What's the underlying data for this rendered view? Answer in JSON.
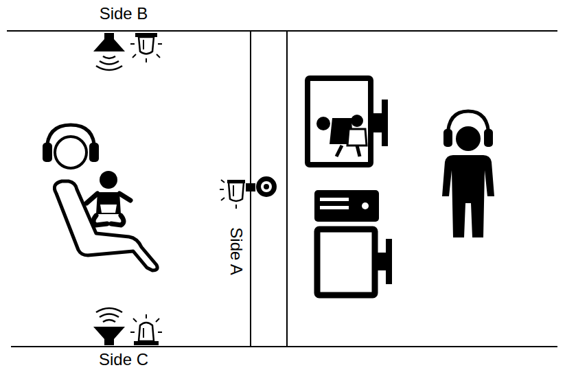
{
  "diagram": {
    "labels": [
      "Side B",
      "Side A",
      "Side C"
    ]
  }
}
